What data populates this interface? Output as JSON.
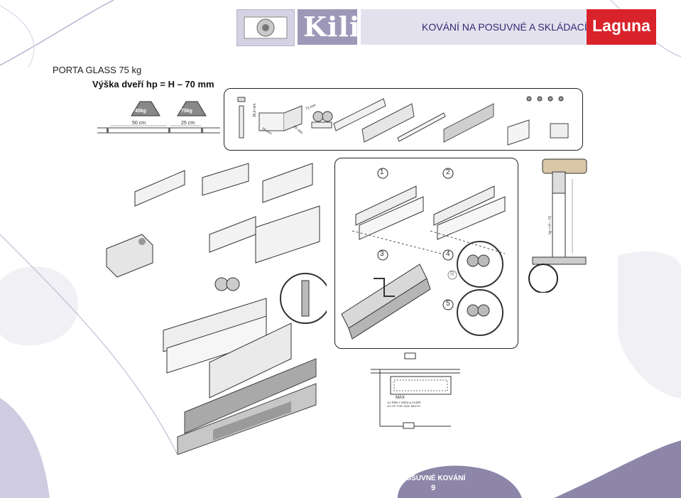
{
  "header": {
    "brand_kili": "Kili",
    "title": "KOVÁNÍ NA POSUVNÉ A SKLÁDACÍ DVEŘE",
    "brand_laguna": "Laguna"
  },
  "product": {
    "name": "PORTA GLASS 75 kg",
    "height_formula": "Výška dveří hp = H – 70 mm"
  },
  "components": {
    "weight_40": "40kg",
    "weight_75": "75kg",
    "len_50": "50 cm",
    "len_25": "25 cm",
    "dim_1": "36,6 mm",
    "dim_2": "29 mm",
    "dim_3": "73 mm",
    "dim_4": "25 mm"
  },
  "steps": {
    "s1": "1",
    "s2": "2",
    "s3": "3",
    "s4": "4",
    "s5": "5",
    "registered": "R"
  },
  "plan": {
    "max_label": "MAX",
    "note_cz": "1/2 ŠÍŘKY KŘÍDLA DVEŘÍ",
    "note_en": "1/2 OF THE LEAF WIDTH"
  },
  "section": {
    "label": "hp = H – 70"
  },
  "footer": {
    "section": "POSUVNÉ KOVÁNÍ",
    "page": "9"
  },
  "colors": {
    "kili": "#9d98b8",
    "laguna": "#d8232a",
    "footer": "#8d86a9",
    "title": "#2d2a73"
  }
}
